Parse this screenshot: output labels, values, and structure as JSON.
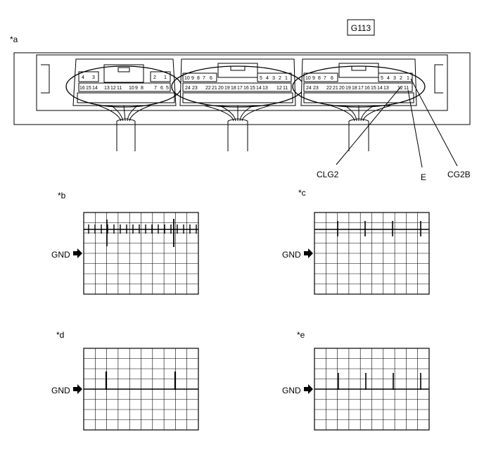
{
  "connector_id": "G113",
  "labels": {
    "a": "*a",
    "b": "*b",
    "c": "*c",
    "d": "*d",
    "e": "*e",
    "clg2": "CLG2",
    "e_pin": "E",
    "cg2b": "CG2B",
    "gnd": "GND"
  },
  "connector_left": {
    "top_row": [
      "4",
      "3",
      "2",
      "1"
    ],
    "bottom_row": [
      "16",
      "15",
      "14",
      "13",
      "12",
      "11",
      "10",
      "9",
      "8",
      "7",
      "6",
      "5"
    ]
  },
  "connector_mid": {
    "top_row": [
      "10",
      "9",
      "8",
      "7",
      "6",
      "5",
      "4",
      "3",
      "2",
      "1"
    ],
    "bottom_row": [
      "24",
      "23",
      "22",
      "21",
      "20",
      "19",
      "18",
      "17",
      "16",
      "15",
      "14",
      "13",
      "12",
      "11"
    ]
  },
  "connector_right": {
    "top_row": [
      "10",
      "9",
      "8",
      "7",
      "6",
      "5",
      "4",
      "3",
      "2",
      "1"
    ],
    "bottom_row": [
      "24",
      "23",
      "22",
      "21",
      "20",
      "19",
      "18",
      "17",
      "16",
      "15",
      "14",
      "13",
      "12",
      "11"
    ]
  }
}
